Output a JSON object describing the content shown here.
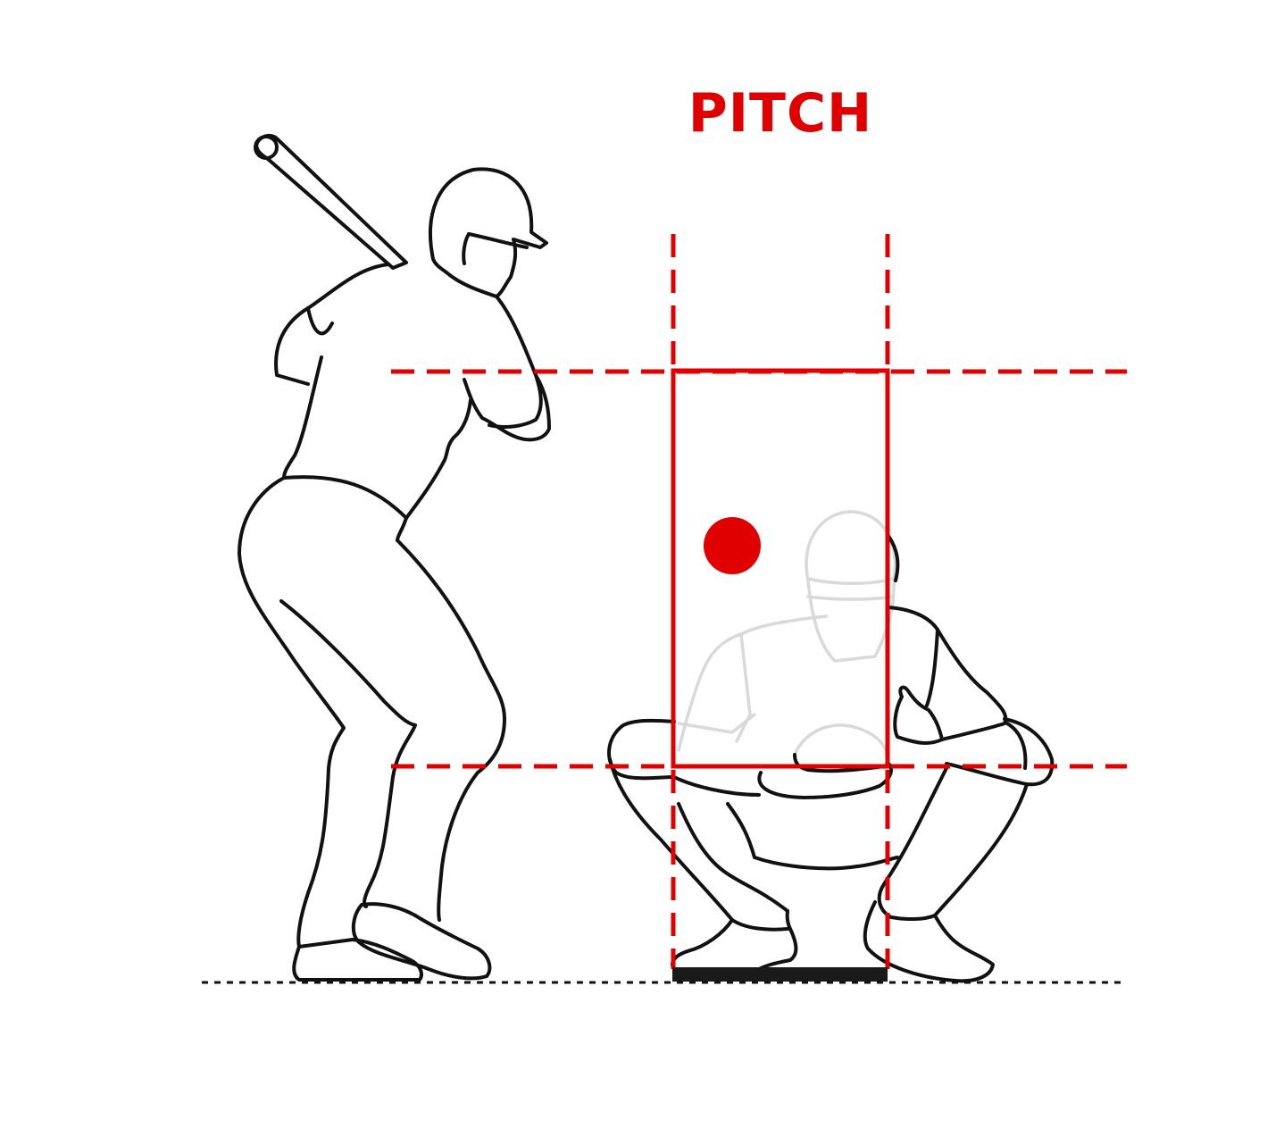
{
  "title": "PITCH",
  "colors": {
    "accent": "#e00000",
    "ink": "#111111",
    "ghost": "#d9d9d9",
    "plate": "#1a1a1a",
    "background": "#ffffff"
  },
  "figures": [
    "batter-figure",
    "catcher-figure",
    "ball-icon",
    "home-plate"
  ],
  "pitch_in_zone": true
}
